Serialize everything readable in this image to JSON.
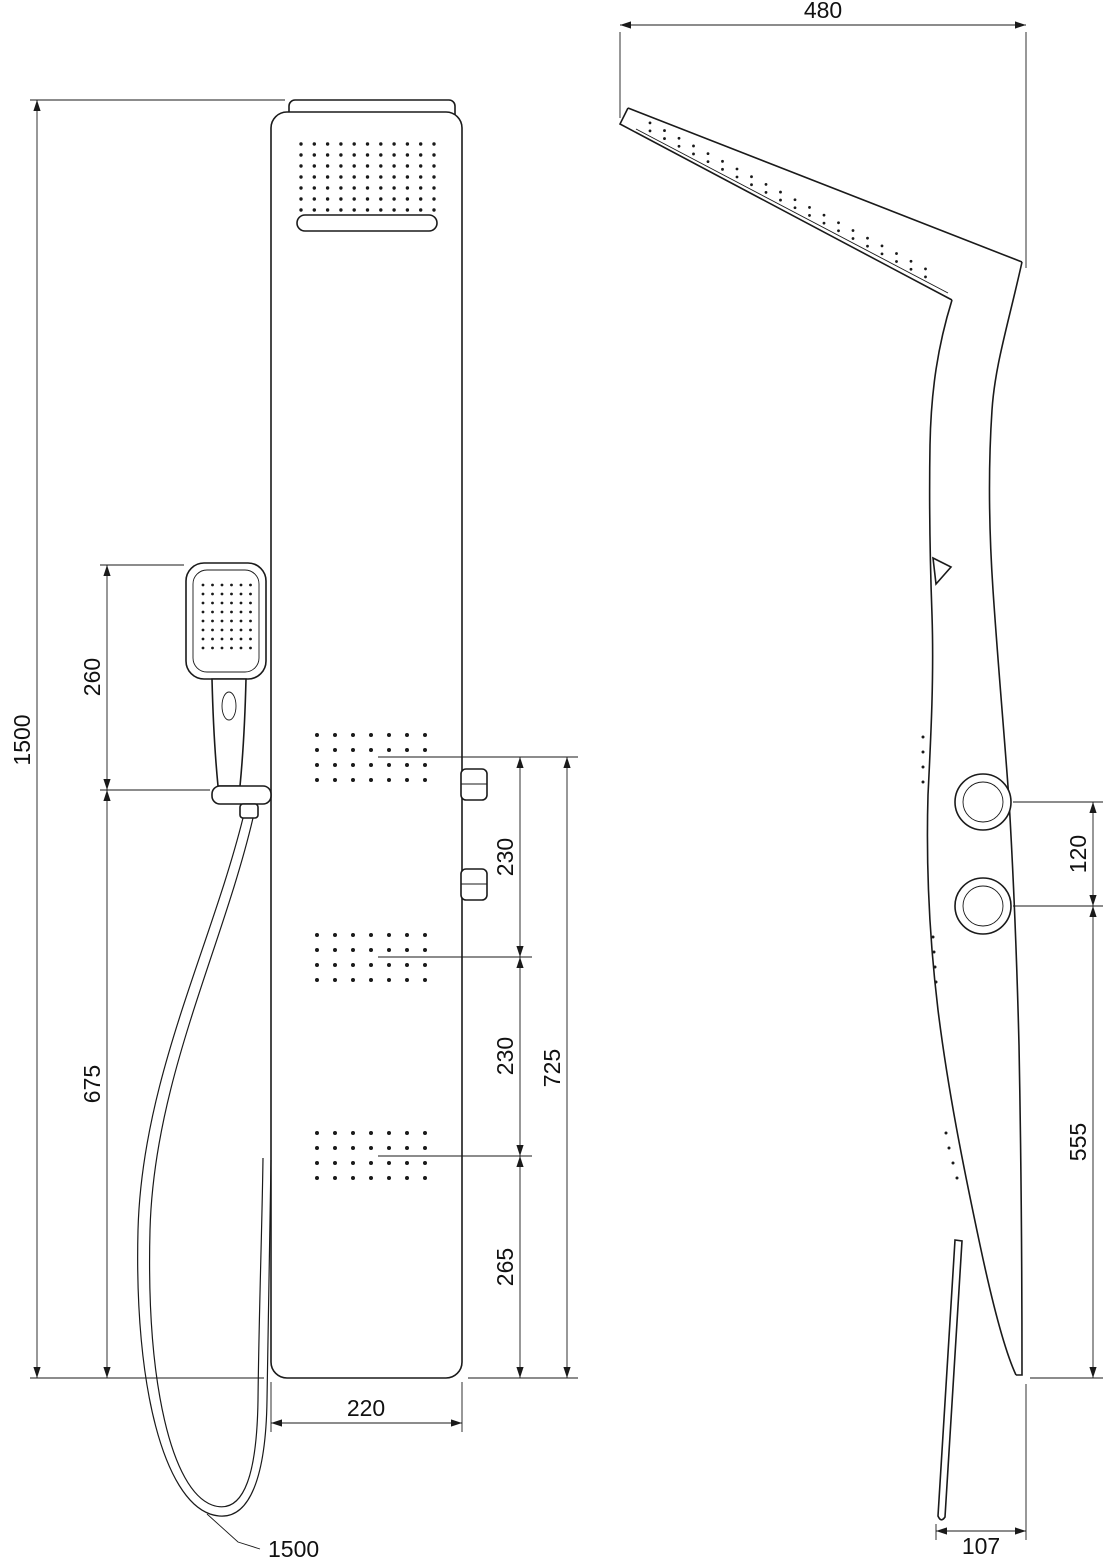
{
  "style": {
    "line_color": "#1a1a1a",
    "background": "#ffffff"
  },
  "dimensions": {
    "front": {
      "overall_height": "1500",
      "handset_length": "260",
      "lower_section": "675",
      "panel_width": "220",
      "jet_gap_upper": "230",
      "jet_gap_lower": "230",
      "jet_to_bottom": "265",
      "jet_span": "725",
      "hose_length": "1500"
    },
    "side": {
      "head_depth": "480",
      "knob_spacing": "120",
      "knob_to_bottom": "555",
      "base_depth": "107"
    }
  }
}
